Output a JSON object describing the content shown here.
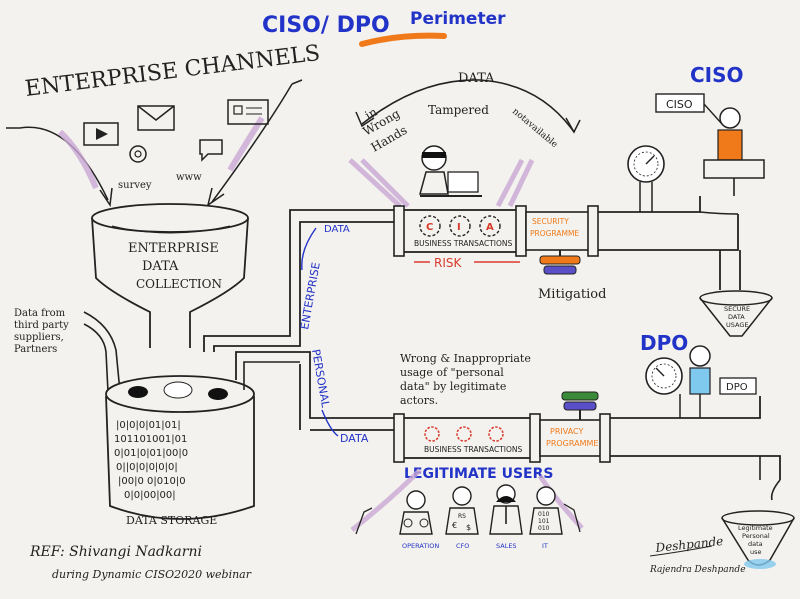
{
  "title": {
    "left": "CISO/ DPO",
    "right": "Perimeter"
  },
  "channels": {
    "title": "ENTERPRISE CHANNELS",
    "labels": [
      "survey",
      "www"
    ]
  },
  "funnel": {
    "line1": "ENTERPRISE",
    "line2": "DATA",
    "line3": "COLLECTION"
  },
  "third_party": {
    "lines": [
      "Data from",
      "third party",
      "suppliers,",
      "Partners"
    ]
  },
  "storage": {
    "label": "DATA STORAGE",
    "binary_rows": [
      "|0|0|0|01|01|",
      "101101001|01",
      "0|01|0|01|00|0",
      "0||0|0|0|0|0|",
      "|00|0 0|010|0",
      "0|0|00|00|"
    ]
  },
  "pipe_labels": {
    "enterprise": "ENTERPRISE",
    "personal": "PERSONAL",
    "data_top": "DATA",
    "data_bottom": "DATA"
  },
  "threats": {
    "data": "DATA",
    "in": "in",
    "wrong": "Wrong",
    "hands": "Hands",
    "tampered": "Tampered",
    "not_available": "notavailable"
  },
  "cia": [
    "C",
    "I",
    "A"
  ],
  "top_pipe": {
    "business": "BUSINESS TRANSACTIONS",
    "security_line1": "SECURITY",
    "security_line2": "PROGRAMME",
    "risk": "RISK",
    "mitigation": "Mitigatiod"
  },
  "ciso": {
    "heading": "CISO",
    "sign": "CISO",
    "funnel_line1": "SECURE",
    "funnel_line2": "DATA",
    "funnel_line3": "USAGE"
  },
  "dpo": {
    "heading": "DPO",
    "sign": "DPO",
    "funnel_line1": "Legitimate",
    "funnel_line2": "Personal",
    "funnel_line3": "data",
    "funnel_line4": "use"
  },
  "bottom_pipe": {
    "wrong_lines": [
      "Wrong & Inappropriate",
      "usage of \"personal",
      "data\" by legitimate",
      "actors."
    ],
    "business": "BUSINESS TRANSACTIONS",
    "privacy_line1": "PRIVACY",
    "privacy_line2": "PROGRAMME"
  },
  "users": {
    "heading": "LEGITIMATE USERS",
    "roles": [
      "OPERATION",
      "CFO",
      "SALES",
      "IT"
    ],
    "cfo_glyphs": [
      "€",
      "RS",
      "$"
    ],
    "it_glyphs": [
      "010",
      "101",
      "010"
    ]
  },
  "reference": {
    "line1": "REF: Shivangi Nadkarni",
    "line2": "during Dynamic CISO2020 webinar"
  },
  "signature": {
    "mark": "Deshpande",
    "name": "Rajendra Deshpande"
  },
  "colors": {
    "ink": "#222222",
    "blue": "#2233c8",
    "orange": "#f07a1a",
    "red": "#d93a2c",
    "purple": "#c9a8d4",
    "sky": "#7fc8ee",
    "green": "#3a8a3a"
  }
}
